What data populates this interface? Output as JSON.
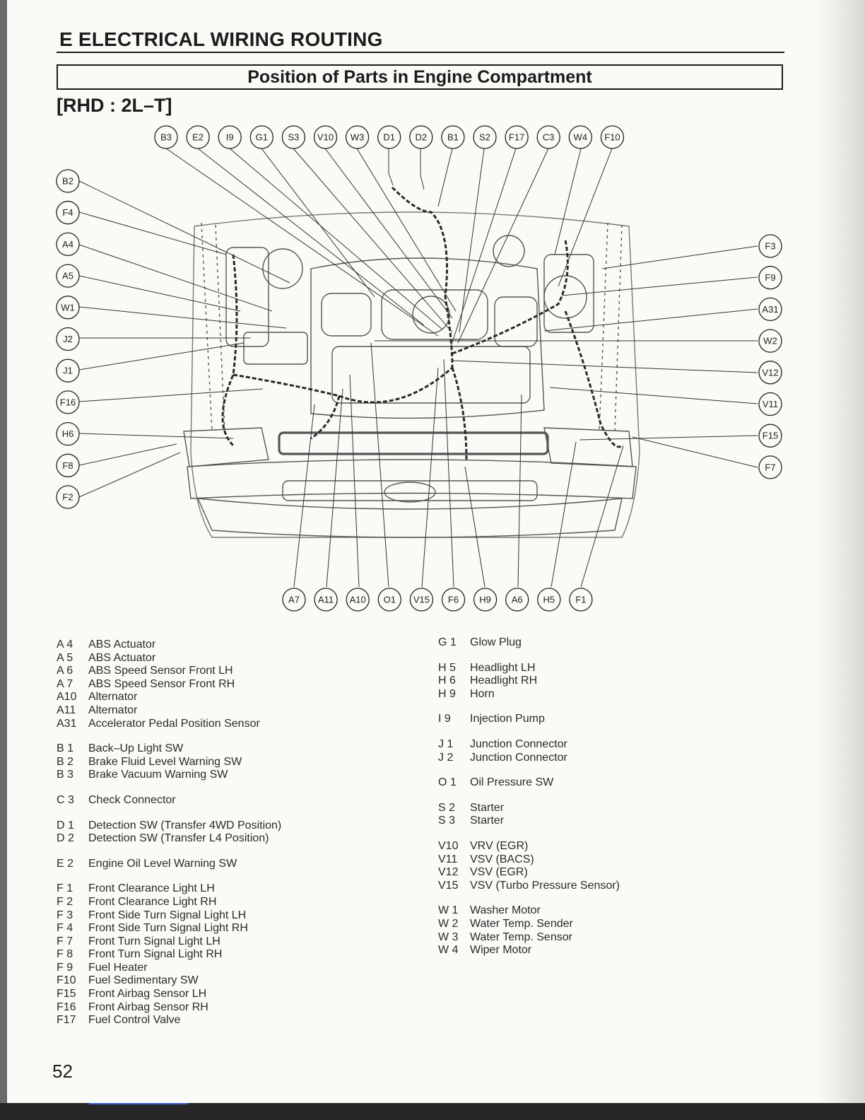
{
  "header": {
    "section_title": "E  ELECTRICAL WIRING ROUTING",
    "box_title": "Position of Parts in Engine Compartment",
    "subtitle": "[RHD : 2L–T]"
  },
  "diagram": {
    "top_labels": [
      "B3",
      "E2",
      "I9",
      "G1",
      "S3",
      "V10",
      "W3",
      "D1",
      "D2",
      "B1",
      "S2",
      "F17",
      "C3",
      "W4",
      "F10"
    ],
    "left_labels": [
      "B2",
      "F4",
      "A4",
      "A5",
      "W1",
      "J2",
      "J1",
      "F16",
      "H6",
      "F8",
      "F2"
    ],
    "right_labels": [
      "F3",
      "F9",
      "A31",
      "W2",
      "V12",
      "V11",
      "F15",
      "F7"
    ],
    "bottom_labels": [
      "A7",
      "A11",
      "A10",
      "O1",
      "V15",
      "F6",
      "H9",
      "A6",
      "H5",
      "F1"
    ]
  },
  "legend": {
    "left_groups": [
      [
        [
          "A 4",
          "ABS Actuator"
        ],
        [
          "A 5",
          "ABS Actuator"
        ],
        [
          "A 6",
          "ABS Speed Sensor Front LH"
        ],
        [
          "A 7",
          "ABS Speed Sensor Front RH"
        ],
        [
          "A10",
          "Alternator"
        ],
        [
          "A11",
          "Alternator"
        ],
        [
          "A31",
          "Accelerator Pedal Position Sensor"
        ]
      ],
      [
        [
          "B 1",
          "Back–Up Light SW"
        ],
        [
          "B 2",
          "Brake Fluid Level Warning SW"
        ],
        [
          "B 3",
          "Brake Vacuum Warning SW"
        ]
      ],
      [
        [
          "C 3",
          "Check Connector"
        ]
      ],
      [
        [
          "D 1",
          "Detection SW (Transfer 4WD Position)"
        ],
        [
          "D 2",
          "Detection SW (Transfer L4 Position)"
        ]
      ],
      [
        [
          "E 2",
          "Engine Oil Level Warning SW"
        ]
      ],
      [
        [
          "F 1",
          "Front Clearance Light LH"
        ],
        [
          "F 2",
          "Front Clearance Light RH"
        ],
        [
          "F 3",
          "Front Side Turn Signal Light LH"
        ],
        [
          "F 4",
          "Front Side Turn Signal Light RH"
        ],
        [
          "F 7",
          "Front Turn Signal Light LH"
        ],
        [
          "F 8",
          "Front Turn Signal Light RH"
        ],
        [
          "F 9",
          "Fuel Heater"
        ],
        [
          "F10",
          "Fuel Sedimentary SW"
        ],
        [
          "F15",
          "Front Airbag Sensor LH"
        ],
        [
          "F16",
          "Front Airbag Sensor RH"
        ],
        [
          "F17",
          "Fuel Control Valve"
        ]
      ]
    ],
    "right_groups": [
      [
        [
          "G 1",
          "Glow Plug"
        ]
      ],
      [
        [
          "H 5",
          "Headlight LH"
        ],
        [
          "H 6",
          "Headlight RH"
        ],
        [
          "H 9",
          "Horn"
        ]
      ],
      [
        [
          "I 9",
          "Injection Pump"
        ]
      ],
      [
        [
          "J 1",
          "Junction Connector"
        ],
        [
          "J 2",
          "Junction Connector"
        ]
      ],
      [
        [
          "O 1",
          "Oil Pressure SW"
        ]
      ],
      [
        [
          "S 2",
          "Starter"
        ],
        [
          "S 3",
          "Starter"
        ]
      ],
      [
        [
          "V10",
          "VRV (EGR)"
        ],
        [
          "V11",
          "VSV (BACS)"
        ],
        [
          "V12",
          "VSV (EGR)"
        ],
        [
          "V15",
          "VSV (Turbo Pressure Sensor)"
        ]
      ],
      [
        [
          "W 1",
          "Washer Motor"
        ],
        [
          "W 2",
          "Water Temp. Sender"
        ],
        [
          "W 3",
          "Water Temp. Sensor"
        ],
        [
          "W 4",
          "Wiper Motor"
        ]
      ]
    ]
  },
  "page_number": "52"
}
